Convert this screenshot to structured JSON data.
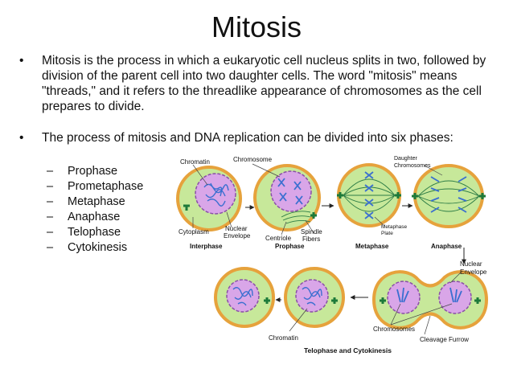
{
  "slide": {
    "title": "Mitosis",
    "bullet_symbol": "•",
    "dash_symbol": "–",
    "bullet1": "Mitosis is the process in which a eukaryotic cell nucleus splits in two, followed by division of the parent cell into two daughter cells. The word \"mitosis\" means \"threads,\" and it refers to the threadlike appearance of chromosomes as the cell prepares to divide.",
    "bullet2": "The process of mitosis and DNA replication can be divided into six phases:",
    "phases": [
      "Prophase",
      "Prometaphase",
      "Metaphase",
      "Anaphase",
      "Telophase",
      "Cytokinesis"
    ]
  },
  "diagram": {
    "labels": {
      "chromatin_top": "Chromatin",
      "chromosome": "Chromosome",
      "daughter_1": "Daughter",
      "daughter_2": "Chromosomes",
      "cytoplasm": "Cytoplasm",
      "nuclear_env_1a": "Nuclear",
      "nuclear_env_1b": "Envelope",
      "centriole": "Centriole",
      "spindle_1": "Spindle",
      "spindle_2": "Fibers",
      "metaphase_plate_1": "Metaphase",
      "metaphase_plate_2": "Plate",
      "nuclear_env_2a": "Nuclear",
      "nuclear_env_2b": "Envelope",
      "chromatin_bottom": "Chromatin",
      "chromosomes_bottom": "Chromosomes",
      "cleavage": "Cleavage Furrow"
    },
    "stages": {
      "interphase": "Interphase",
      "prophase": "Prophase",
      "metaphase": "Metaphase",
      "anaphase": "Anaphase",
      "telophase": "Telophase and Cytokinesis"
    },
    "colors": {
      "cytoplasm": "#c7e89a",
      "cell_border": "#e6a23c",
      "nucleus": "#d9a6e8",
      "chromosome": "#3a6fd0",
      "centriole": "#1d7a3a"
    }
  }
}
